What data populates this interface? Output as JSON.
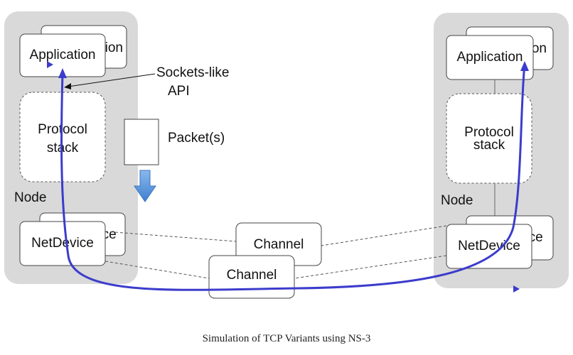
{
  "left_node": {
    "back_app_label": "Application",
    "app_label": "Application",
    "stack_label_line1": "Protocol",
    "stack_label_line2": "stack",
    "node_label": "Node",
    "back_netdevice_label": "NetDevice",
    "netdevice_label": "NetDevice"
  },
  "right_node": {
    "back_app_label": "Application",
    "app_label": "Application",
    "stack_label_line1": "Protocol",
    "stack_label_line2": "stack",
    "node_label": "Node",
    "back_netdevice_label": "NetDevice",
    "netdevice_label": "NetDevice"
  },
  "channels": {
    "back_label": "Channel",
    "front_label": "Channel"
  },
  "annotations": {
    "sockets_line1": "Sockets-like",
    "sockets_line2": "API",
    "packet_label": "Packet(s)"
  },
  "caption": "Simulation of TCP Variants using NS-3",
  "colors": {
    "node_fill": "#d9d9d9",
    "flow_path": "#3c3ccc",
    "packet_arrow": "#5b9bd5"
  }
}
